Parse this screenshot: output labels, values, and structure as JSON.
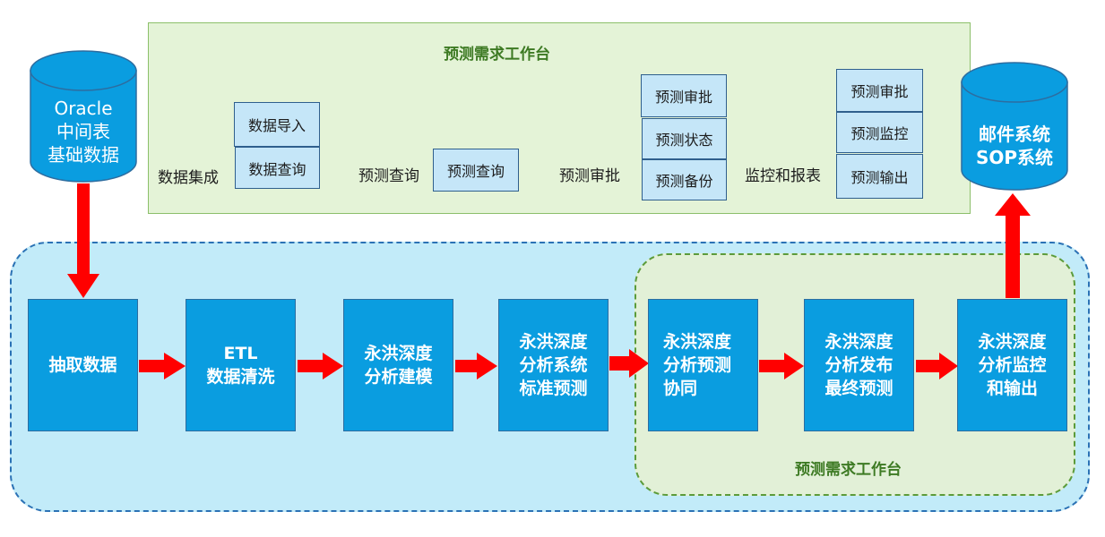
{
  "source_db": {
    "lines": "Oracle\n中间表\n基础数据"
  },
  "target_db": {
    "lines": "邮件系统\nSOP系统"
  },
  "workstation": {
    "title": "预测需求工作台",
    "groups": [
      {
        "label": "数据集成",
        "items": [
          "数据导入",
          "数据查询"
        ]
      },
      {
        "label": "预测查询",
        "items": [
          "预测查询"
        ]
      },
      {
        "label": "预测审批",
        "items": [
          "预测审批",
          "预测状态",
          "预测备份"
        ]
      },
      {
        "label": "监控和报表",
        "items": [
          "预测审批",
          "预测监控",
          "预测输出"
        ]
      }
    ]
  },
  "process": {
    "steps": [
      "抽取数据",
      "ETL\n数据清洗",
      "永洪深度\n分析建模",
      "永洪深度\n分析系统\n标准预测",
      "永洪深度\n分析预测\n协同",
      "永洪深度\n分析发布\n最终预测",
      "永洪深度\n分析监控\n和输出"
    ],
    "inner_label": "预测需求工作台"
  },
  "colors": {
    "process_box": "#0a9de0",
    "arrow": "#ff0000",
    "region_fill": "#c2ebf9",
    "panel_fill": "#e4f3d7",
    "green_text": "#3d7a23"
  }
}
